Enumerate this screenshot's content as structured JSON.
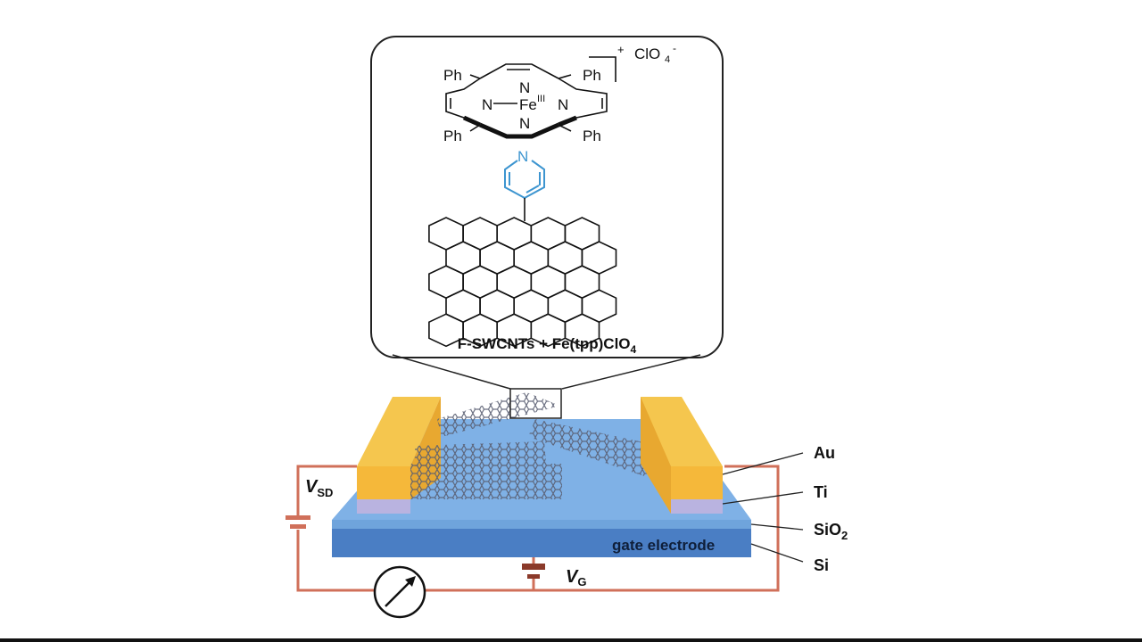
{
  "figure": {
    "inset": {
      "counterion": "ClO",
      "counterion_sub": "4",
      "counterion_charge": "-",
      "complex_charge": "+",
      "metal": "Fe",
      "metal_oxidation": "III",
      "nitrogen": "N",
      "phenyl": "Ph",
      "pyridine_nitrogen": "N",
      "caption_main": "F-SWCNTs + Fe(tpp)ClO",
      "caption_sub": "4"
    },
    "device": {
      "vsd_label": "V",
      "vsd_sub": "SD",
      "vg_label": "V",
      "vg_sub": "G",
      "gate_label": "gate electrode",
      "layers": [
        {
          "name": "Au",
          "sub": ""
        },
        {
          "name": "Ti",
          "sub": ""
        },
        {
          "name": "SiO",
          "sub": "2"
        },
        {
          "name": "Si",
          "sub": ""
        }
      ]
    },
    "colors": {
      "gold": "#F5B83A",
      "titanium": "#B9B3E0",
      "sio2": "#6FA4DC",
      "si": "#4A7EC4",
      "circuit": "#D0705A",
      "vg_battery": "#8B3A2A",
      "pyridine": "#3D95D0",
      "nanotube": "#555A6E"
    }
  }
}
